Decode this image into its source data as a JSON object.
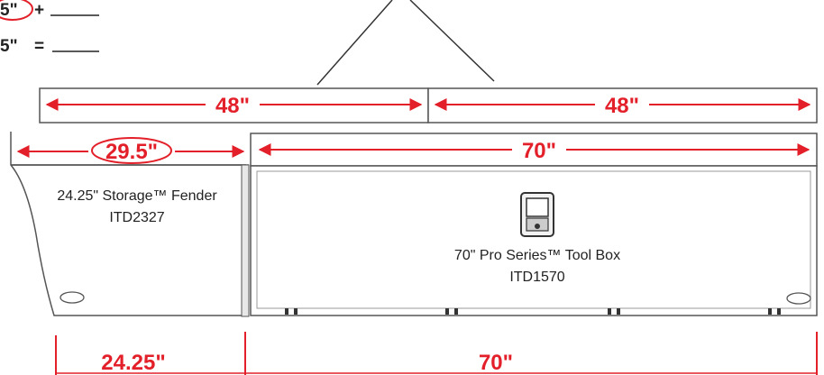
{
  "colors": {
    "accent": "#e3202a",
    "outline": "#555555",
    "text": "#222222"
  },
  "equation": {
    "line1_value": "5\"",
    "line1_op": "+",
    "line2_value": "5\"",
    "line2_op": "="
  },
  "rails": {
    "left_length": "48\"",
    "right_length": "48\""
  },
  "fender": {
    "top_dimension": "29.5\"",
    "name": "24.25\" Storage™ Fender",
    "part_number": "ITD2327",
    "bottom_dimension": "24.25\""
  },
  "toolbox": {
    "top_dimension": "70\"",
    "name": "70\" Pro Series™ Tool Box",
    "part_number": "ITD1570",
    "bottom_dimension": "70\"",
    "latch_icon": "tool-box-latch-icon"
  }
}
